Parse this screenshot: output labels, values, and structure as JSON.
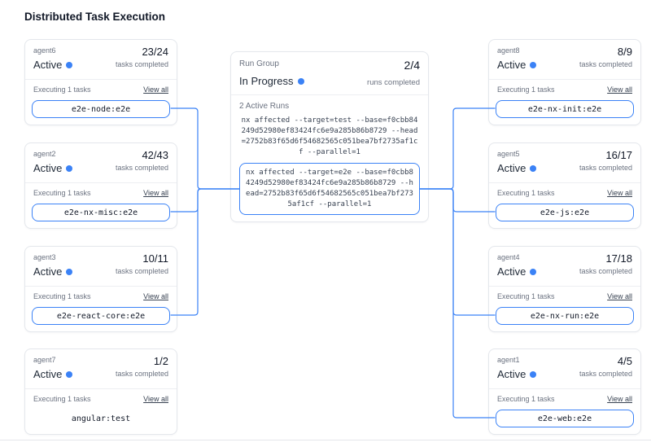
{
  "page": {
    "title": "Distributed Task Execution"
  },
  "labels": {
    "status": "Active",
    "tasks_completed": "tasks completed",
    "executing": "Executing 1 tasks",
    "view_all": "View all"
  },
  "run_group": {
    "label": "Run Group",
    "runs_completed": "2/4",
    "status": "In Progress",
    "runs_completed_label": "runs completed",
    "active_runs_label": "2 Active Runs",
    "commands": [
      {
        "text": "nx affected --target=test --base=f0cbb84249d52980ef83424fc6e9a285b86b8729 --head=2752b83f65d6f54682565c051bea7bf2735af1cf --parallel=1",
        "highlighted": false
      },
      {
        "text": "nx affected --target=e2e --base=f0cbb84249d52980ef83424fc6e9a285b86b8729 --head=2752b83f65d6f54682565c051bea7bf2735af1cf --parallel=1",
        "highlighted": true
      }
    ]
  },
  "agents_left": [
    {
      "name": "agent6",
      "count": "23/24",
      "task": "e2e-node:e2e",
      "task_highlighted": true
    },
    {
      "name": "agent2",
      "count": "42/43",
      "task": "e2e-nx-misc:e2e",
      "task_highlighted": true
    },
    {
      "name": "agent3",
      "count": "10/11",
      "task": "e2e-react-core:e2e",
      "task_highlighted": true
    },
    {
      "name": "agent7",
      "count": "1/2",
      "task": "angular:test",
      "task_highlighted": false
    }
  ],
  "agents_right": [
    {
      "name": "agent8",
      "count": "8/9",
      "task": "e2e-nx-init:e2e",
      "task_highlighted": true
    },
    {
      "name": "agent5",
      "count": "16/17",
      "task": "e2e-js:e2e",
      "task_highlighted": true
    },
    {
      "name": "agent4",
      "count": "17/18",
      "task": "e2e-nx-run:e2e",
      "task_highlighted": true
    },
    {
      "name": "agent1",
      "count": "4/5",
      "task": "e2e-web:e2e",
      "task_highlighted": true
    }
  ],
  "colors": {
    "accent": "#3b82f6",
    "card_border": "#e4e7ec",
    "muted_text": "#6b7280"
  }
}
